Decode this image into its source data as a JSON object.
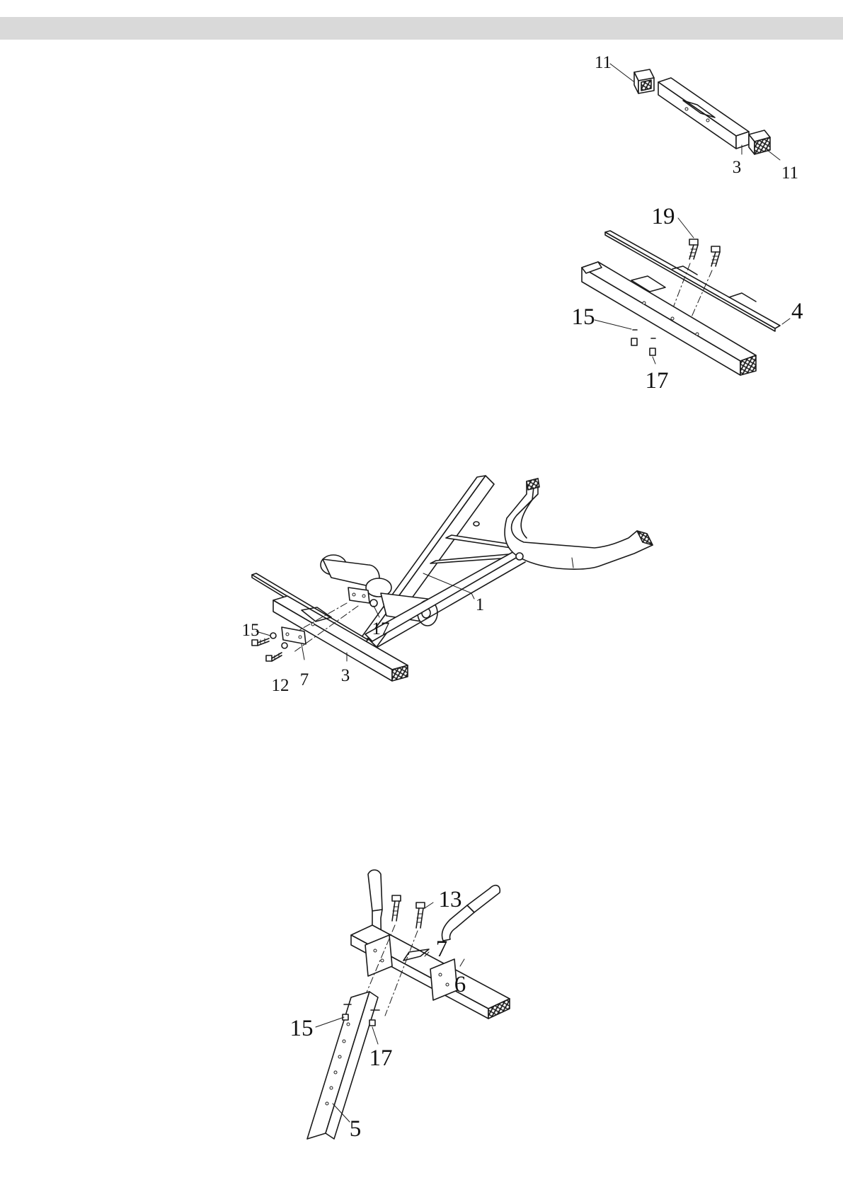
{
  "figure1": {
    "labels": {
      "end_cap_top": "11",
      "tube": "3",
      "end_cap_bottom": "11"
    }
  },
  "figure2": {
    "labels": {
      "bolt": "19",
      "rail": "4",
      "washer": "15",
      "nut": "17"
    }
  },
  "figure3": {
    "labels": {
      "washer": "15",
      "bolt": "12",
      "plate": "7",
      "tube": "3",
      "frame": "1",
      "nut": "17"
    }
  },
  "figure4": {
    "labels": {
      "bolt": "13",
      "plate": "7",
      "handle": "6",
      "washer": "15",
      "nut": "17",
      "post": "5"
    }
  },
  "colors": {
    "line": "#1a1a1a",
    "header_bar": "#d9d9d9",
    "background": "#ffffff"
  }
}
